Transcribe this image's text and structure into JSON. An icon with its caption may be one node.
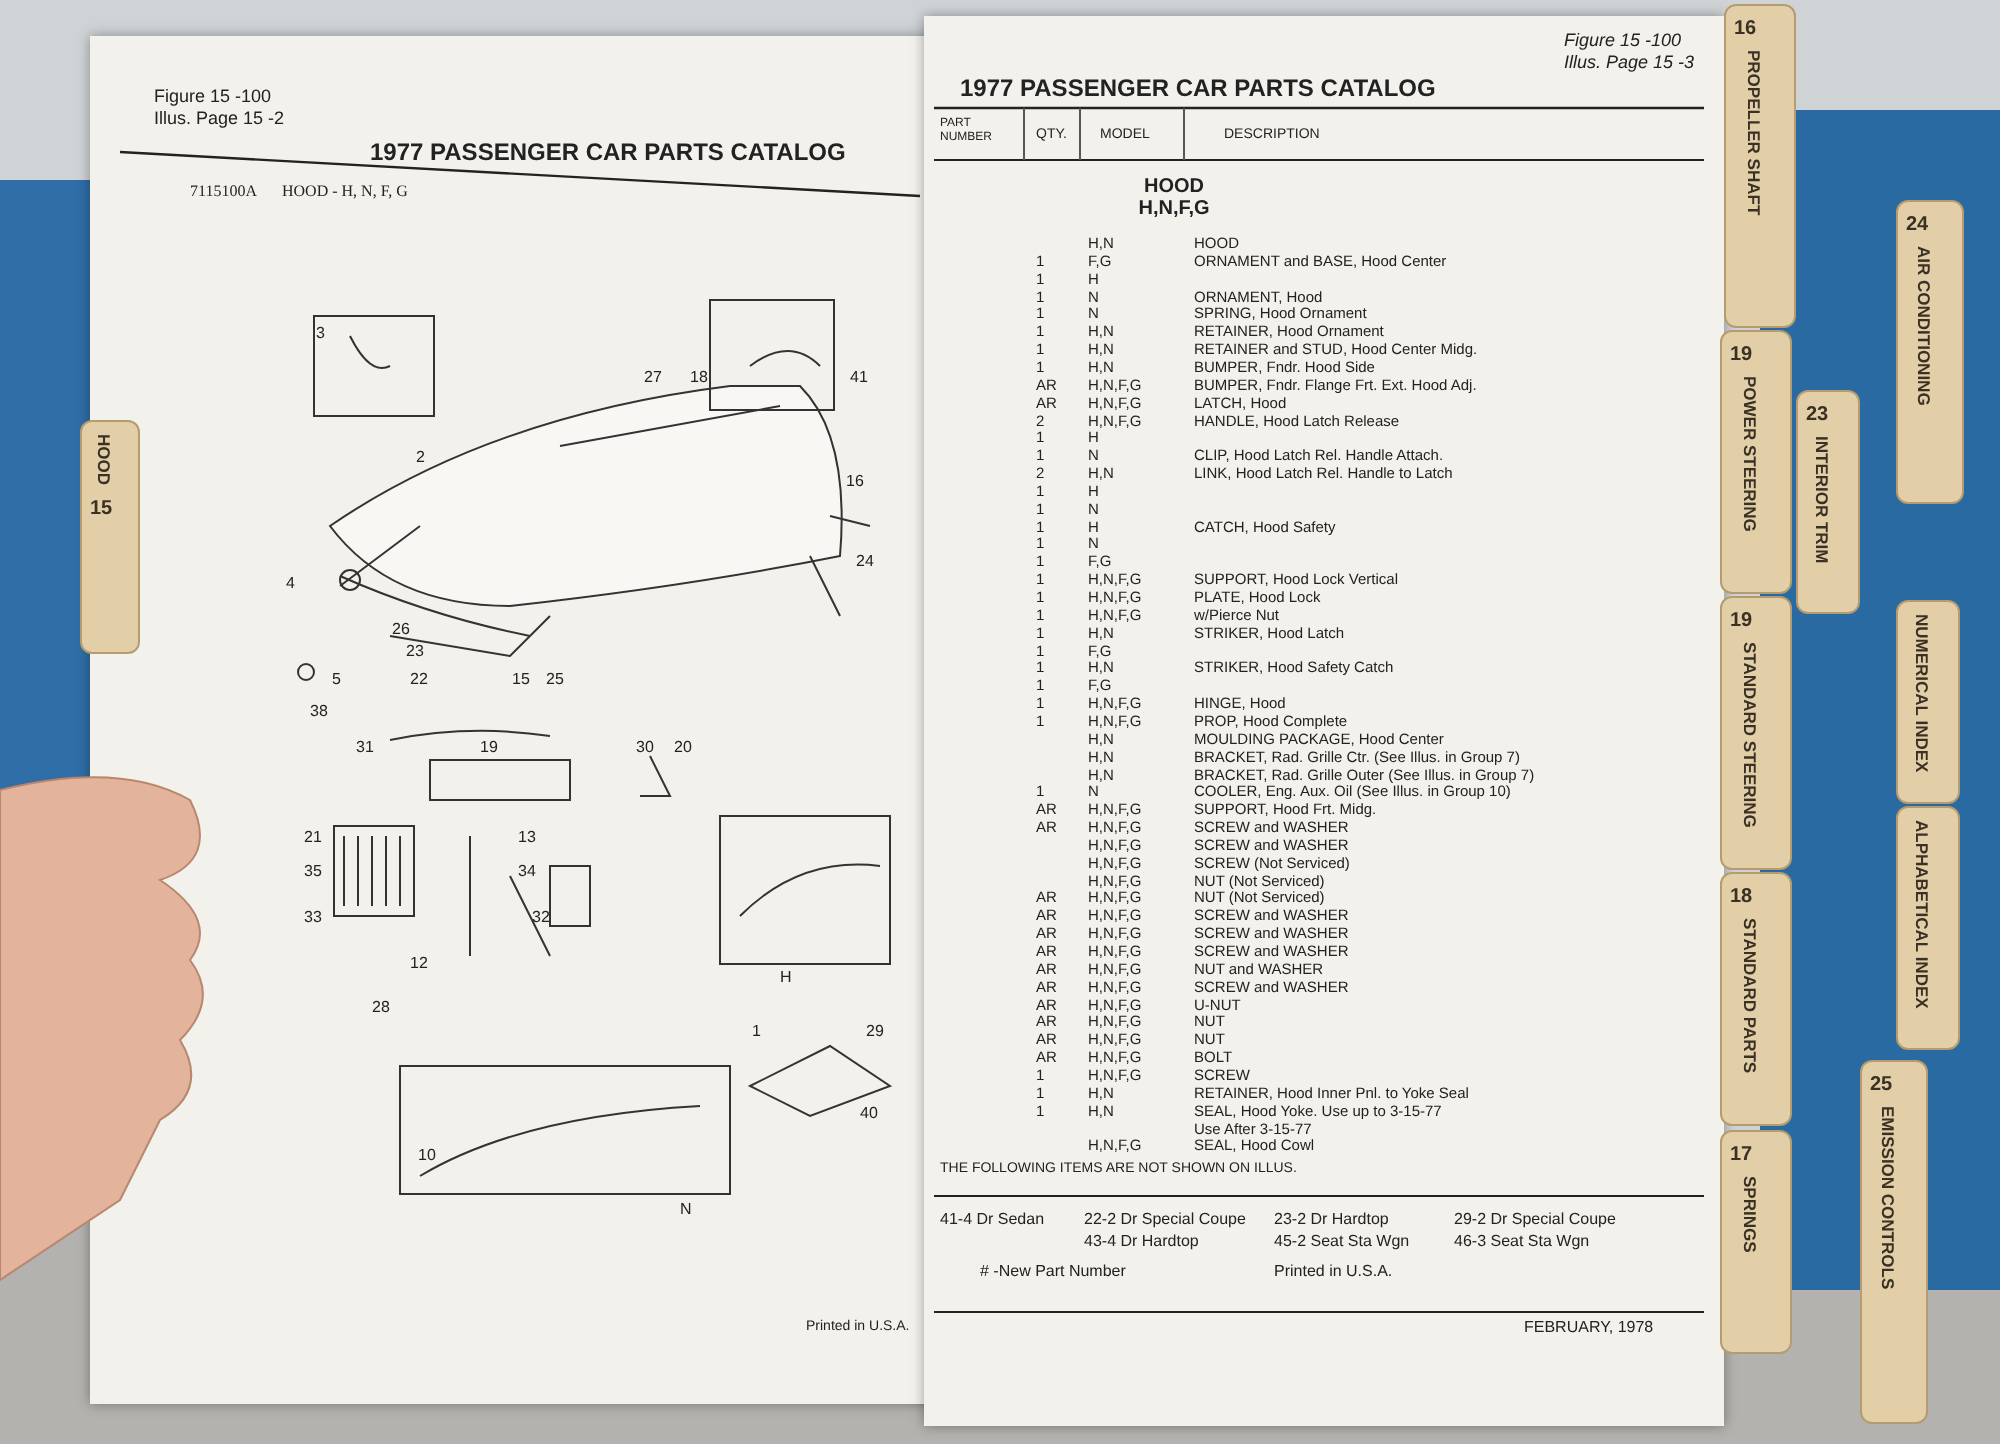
{
  "diagram": {
    "labels": [
      "Figure 15 -100",
      "Illus. Page 15 -2",
      "1977 PASSENGER CAR PARTS CATALOG",
      "7115100A",
      "HOOD - H, N, F, G",
      "3",
      "27",
      "18",
      "41",
      "2",
      "16",
      "24",
      "4",
      "26",
      "23",
      "5",
      "22",
      "15",
      "25",
      "38",
      "31",
      "19",
      "30",
      "20",
      "21",
      "13",
      "35",
      "34",
      "33",
      "32",
      "12",
      "H",
      "28",
      "1",
      "29",
      "40",
      "10",
      "N",
      "Printed in U.S.A.",
      "Figure 15 -100",
      "Illus. Page 15 -3",
      "1977 PASSENGER CAR PARTS CATALOG",
      "PART NUMBER",
      "QTY.",
      "MODEL",
      "DESCRIPTION",
      "HOOD H,N,F,G",
      "H,N",
      "HOOD",
      "1",
      "F,G",
      "ORNAMENT and BASE, Hood Center",
      "1",
      "H",
      "1",
      "N",
      "ORNAMENT, Hood",
      "1",
      "N",
      "SPRING, Hood Ornament",
      "1",
      "H,N",
      "RETAINER, Hood Ornament",
      "1",
      "H,N",
      "RETAINER and STUD, Hood Center Midg.",
      "1",
      "H,N",
      "BUMPER, Fndr. Hood Side",
      "AR",
      "H,N,F,G",
      "BUMPER, Fndr. Flange Frt. Ext. Hood Adj.",
      "AR",
      "H,N,F,G",
      "LATCH, Hood",
      "2",
      "H,N,F,G",
      "HANDLE, Hood Latch Release",
      "1",
      "H",
      "1",
      "N",
      "CLIP, Hood Latch Rel. Handle Attach.",
      "2",
      "H,N",
      "LINK, Hood Latch Rel. Handle to Latch",
      "1",
      "H",
      "1",
      "N",
      "1",
      "H",
      "CATCH, Hood Safety",
      "1",
      "N",
      "1",
      "F,G",
      "1",
      "H,N,F,G",
      "SUPPORT, Hood Lock Vertical",
      "1",
      "H,N,F,G",
      "PLATE, Hood Lock",
      "1",
      "H,N,F,G",
      "w/Pierce Nut",
      "1",
      "H,N",
      "STRIKER, Hood Latch",
      "1",
      "F,G",
      "1",
      "H,N",
      "STRIKER, Hood Safety Catch",
      "1",
      "F,G",
      "1",
      "H,N,F,G",
      "HINGE, Hood",
      "1",
      "H,N,F,G",
      "PROP, Hood Complete",
      "H,N",
      "MOULDING PACKAGE, Hood Center",
      "H,N",
      "BRACKET, Rad. Grille Ctr. (See Illus. in Group 7)",
      "H,N",
      "BRACKET, Rad. Grille Outer (See Illus. in Group 7)",
      "1",
      "N",
      "COOLER, Eng. Aux. Oil (See Illus. in Group 10)",
      "AR",
      "H,N,F,G",
      "SUPPORT, Hood Frt. Midg.",
      "AR",
      "H,N,F,G",
      "SCREW and WASHER",
      "H,N,F,G",
      "SCREW and WASHER",
      "H,N,F,G",
      "SCREW (Not Serviced)",
      "H,N,F,G",
      "NUT (Not Serviced)",
      "AR",
      "H,N,F,G",
      "NUT (Not Serviced)",
      "AR",
      "H,N,F,G",
      "SCREW and WASHER",
      "AR",
      "H,N,F,G",
      "SCREW and WASHER",
      "AR",
      "H,N,F,G",
      "SCREW and WASHER",
      "AR",
      "H,N,F,G",
      "NUT and WASHER",
      "AR",
      "H,N,F,G",
      "SCREW and WASHER",
      "AR",
      "H,N,F,G",
      "U-NUT",
      "AR",
      "H,N,F,G",
      "NUT",
      "AR",
      "H,N,F,G",
      "NUT",
      "AR",
      "H,N,F,G",
      "BOLT",
      "1",
      "H,N,F,G",
      "SCREW",
      "1",
      "H,N",
      "RETAINER, Hood Inner Pnl. to Yoke Seal",
      "1",
      "H,N",
      "SEAL, Hood Yoke. Use up to 3-15-77",
      "Use After 3-15-77",
      "H,N,F,G",
      "SEAL, Hood Cowl",
      "THE FOLLOWING ITEMS ARE NOT SHOWN ON ILLUS.",
      "41-4 Dr Sedan",
      "22-2 Dr Special Coupe",
      "23-2 Dr Hardtop",
      "29-2 Dr Special Coupe",
      "43-4 Dr Hardtop",
      "45-2 Seat Sta Wgn",
      "46-3 Seat Sta Wgn",
      "# -New Part Number",
      "Printed in U.S.A.",
      "FEBRUARY, 1978",
      "HOOD",
      "15",
      "16",
      "PROPELLER SHAFT",
      "24",
      "AIR CONDITIONING",
      "19",
      "POWER STEERING",
      "23",
      "INTERIOR TRIM",
      "19",
      "STANDARD STEERING",
      "NUMERICAL INDEX",
      "ALPHABETICAL INDEX",
      "18",
      "STANDARD PARTS",
      "25",
      "EMISSION CONTROLS",
      "17",
      "SPRINGS"
    ]
  }
}
